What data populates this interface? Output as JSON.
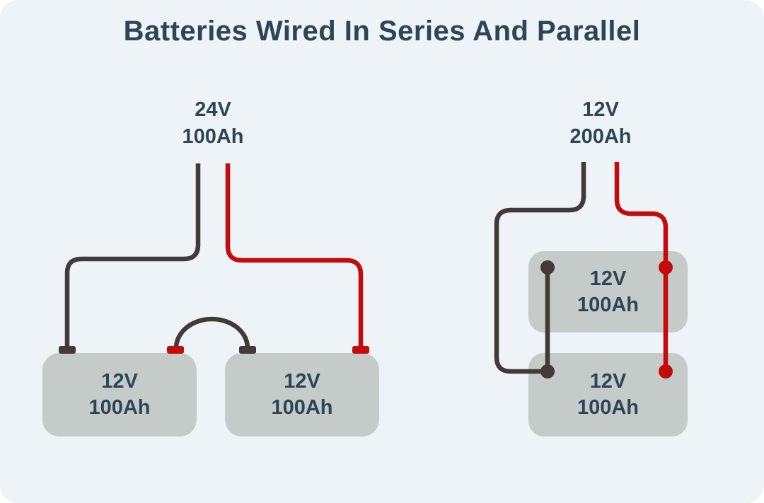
{
  "title": "Batteries Wired In Series And Parallel",
  "colors": {
    "background": "#edf3f6",
    "battery_fill": "#c5cbc9",
    "negative_wire": "#443839",
    "positive_wire": "#c40b0b",
    "text": "#2c4655"
  },
  "series": {
    "output": {
      "voltage": "24V",
      "capacity": "100Ah"
    },
    "batteries": [
      {
        "voltage": "12V",
        "capacity": "100Ah"
      },
      {
        "voltage": "12V",
        "capacity": "100Ah"
      }
    ]
  },
  "parallel": {
    "output": {
      "voltage": "12V",
      "capacity": "200Ah"
    },
    "batteries": [
      {
        "voltage": "12V",
        "capacity": "100Ah"
      },
      {
        "voltage": "12V",
        "capacity": "100Ah"
      }
    ]
  }
}
